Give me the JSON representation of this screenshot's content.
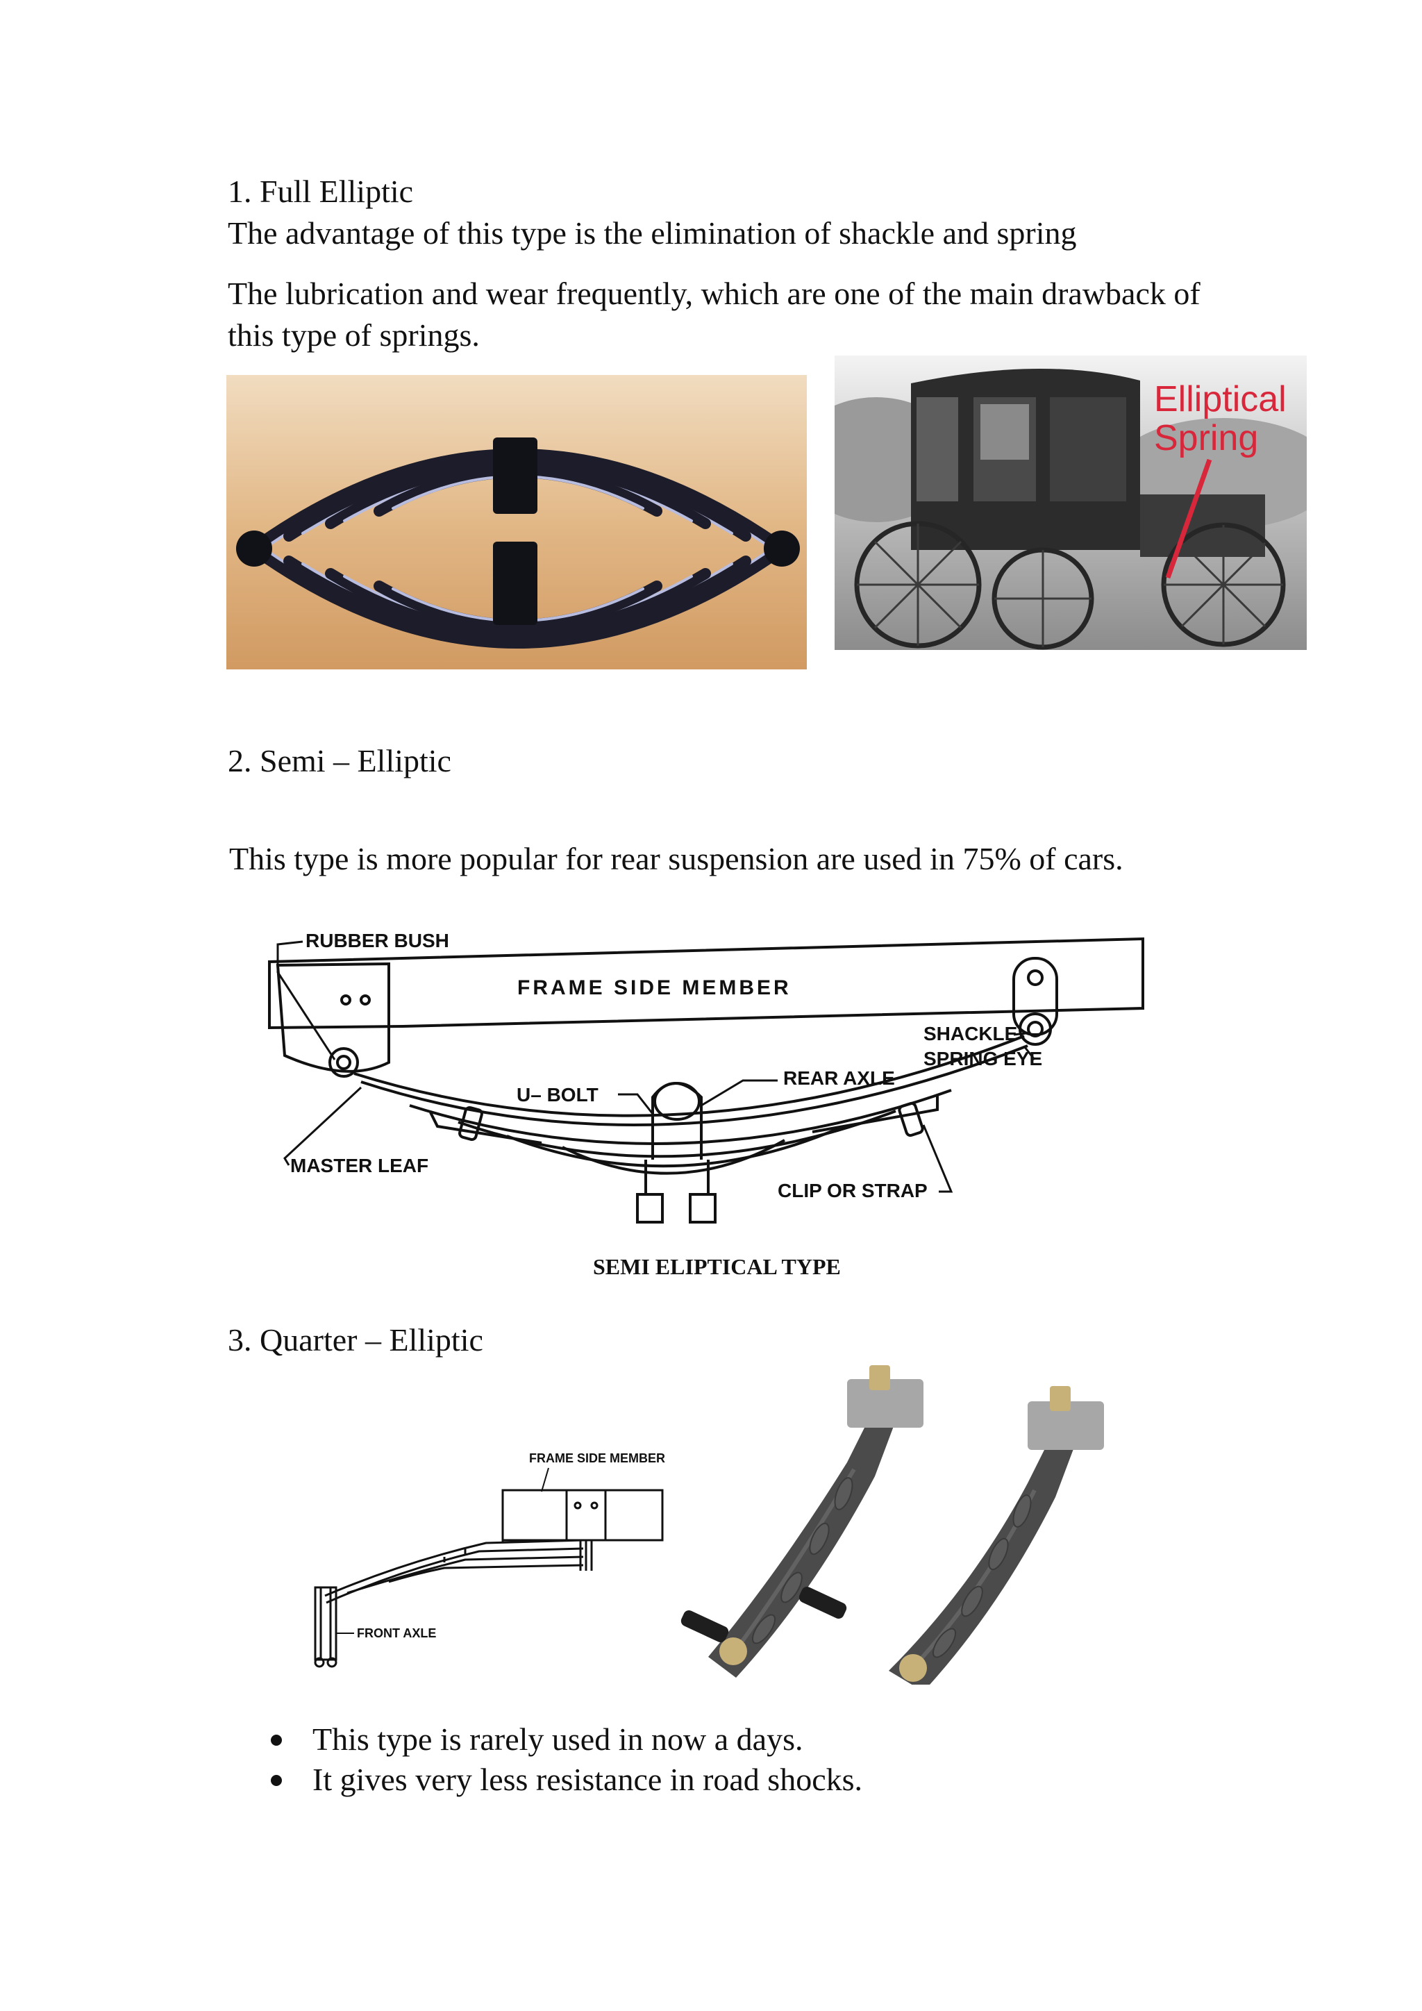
{
  "sections": [
    {
      "heading": "1. Full Elliptic",
      "paragraphs": [
        "The advantage of this type is the elimination of shackle and spring",
        "The lubrication and wear frequently, which are one of the main drawback of",
        "this type of springs."
      ],
      "carriage_photo_label_1": "Elliptical",
      "carriage_photo_label_2": "Spring"
    },
    {
      "heading": "2. Semi – Elliptic",
      "paragraph": "This type is more popular for rear suspension are used in 75% of cars.",
      "diagram_labels": {
        "rubber_bush": "RUBBER BUSH",
        "frame_side_member": "FRAME  SIDE  MEMBER",
        "shackle": "SHACKLE",
        "spring_eye": "SPRING EYE",
        "u_bolt": "U– BOLT",
        "rear_axle": "REAR AXLE",
        "master_leaf": "MASTER LEAF",
        "clip_or_strap": "CLIP OR STRAP"
      },
      "diagram_caption": "SEMI ELIPTICAL TYPE"
    },
    {
      "heading": "3. Quarter – Elliptic",
      "diagram_labels": {
        "frame_side_member": "FRAME SIDE MEMBER",
        "front_axle": "FRONT AXLE"
      },
      "bullets": [
        "This type is rarely used in now a days.",
        "It gives very less resistance in road shocks."
      ]
    }
  ],
  "colors": {
    "spring_dark": "#1c1c2a",
    "spring_highlight": "#b8bde0",
    "photo_bg": "#d9a672",
    "label_red": "#d8263a",
    "metal_grey": "#a7a7a7"
  }
}
